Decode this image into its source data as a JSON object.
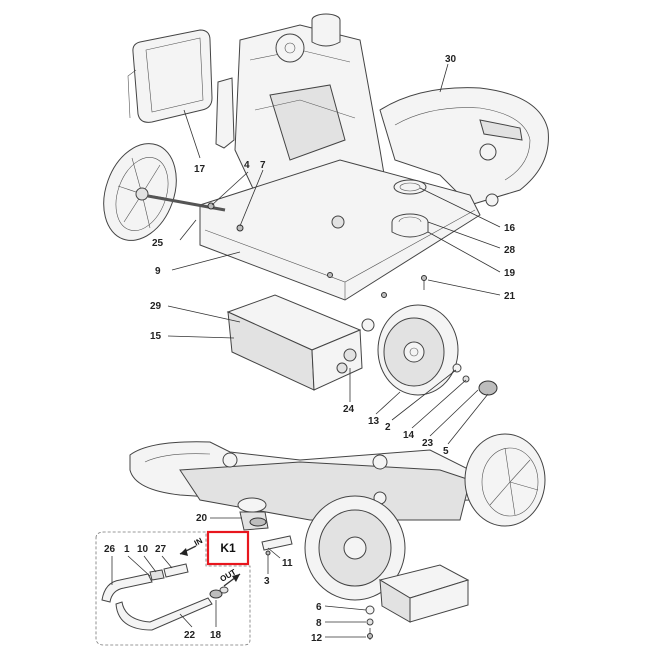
{
  "callouts": {
    "c1": "1",
    "c2": "2",
    "c3": "3",
    "c4": "4",
    "c5": "5",
    "c6": "6",
    "c7": "7",
    "c8": "8",
    "c9": "9",
    "c10": "10",
    "c11": "11",
    "c12": "12",
    "c13": "13",
    "c14": "14",
    "c15": "15",
    "c16": "16",
    "c17": "17",
    "c18": "18",
    "c19": "19",
    "c20": "20",
    "c21": "21",
    "c22": "22",
    "c23": "23",
    "c24": "24",
    "c25": "25",
    "c26": "26",
    "c27": "27",
    "c28": "28",
    "c29": "29",
    "c30": "30"
  },
  "kit_label": "K1",
  "flow": {
    "in": "IN",
    "out": "OUT"
  },
  "highlight_color": "#e8161e"
}
